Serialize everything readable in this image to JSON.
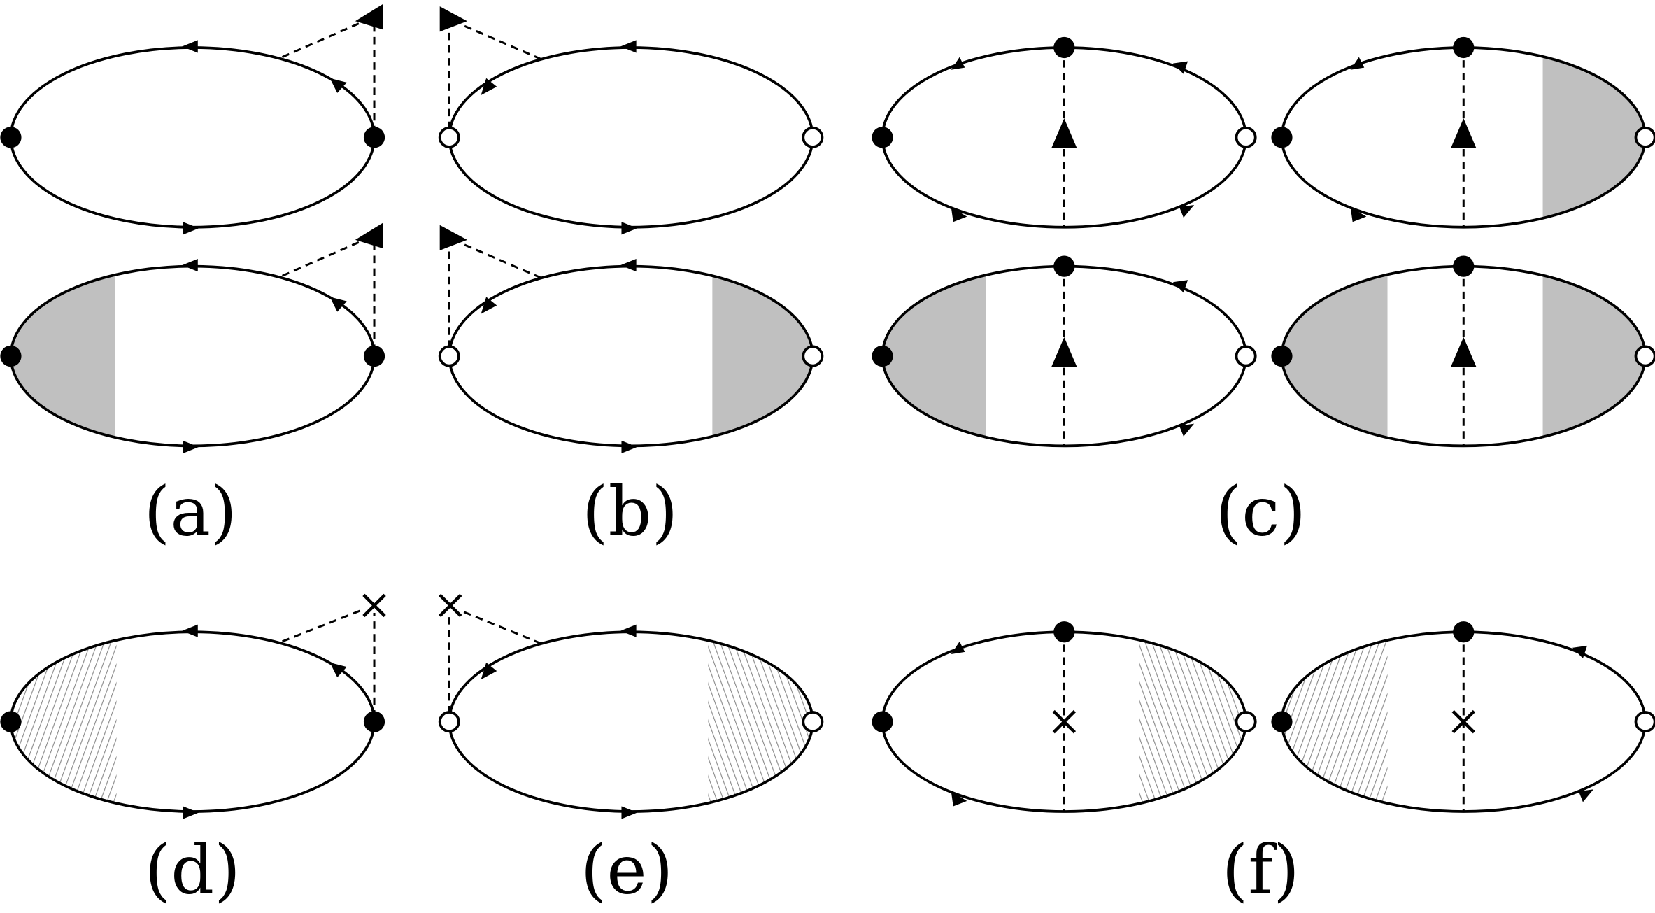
{
  "figure": {
    "panels": [
      {
        "id": "a",
        "label": "(a)"
      },
      {
        "id": "b",
        "label": "(b)"
      },
      {
        "id": "c",
        "label": "(c)"
      },
      {
        "id": "d",
        "label": "(d)"
      },
      {
        "id": "e",
        "label": "(e)"
      },
      {
        "id": "f",
        "label": "(f)"
      }
    ],
    "colors": {
      "line": "#000000",
      "shade": "#c0c0c0",
      "hatch": "#8a8a8a",
      "vertex_filled": "#000000",
      "vertex_open": "#ffffff"
    }
  }
}
